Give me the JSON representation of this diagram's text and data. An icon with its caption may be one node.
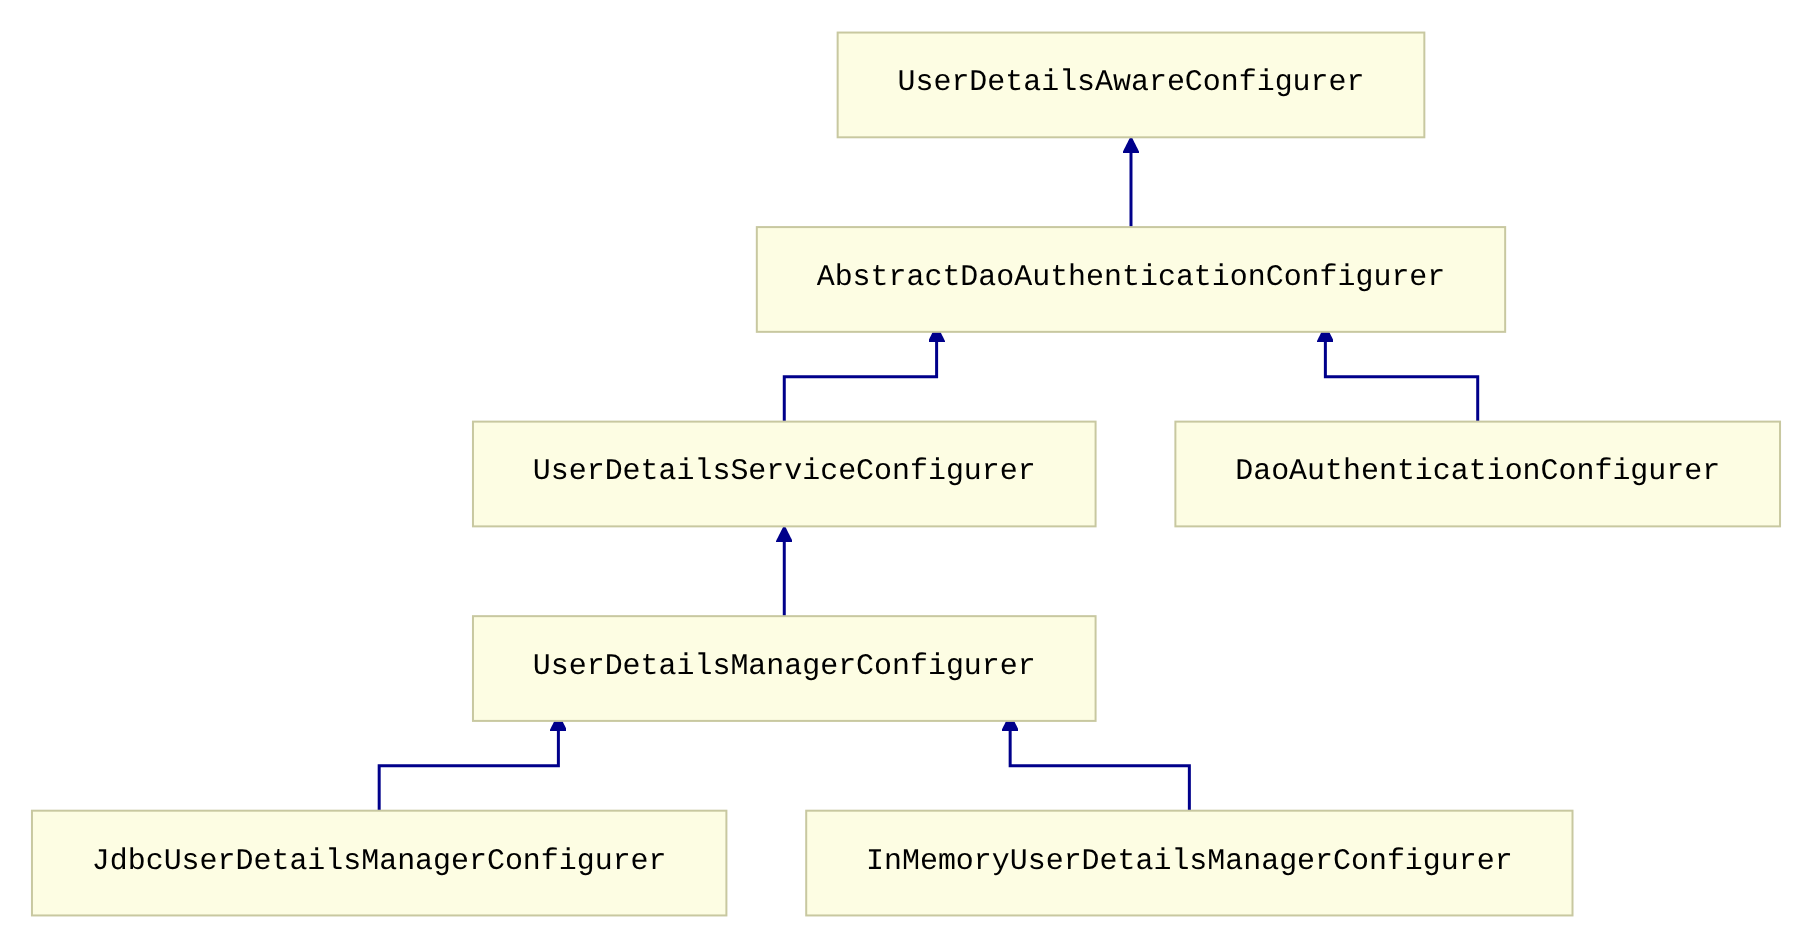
{
  "diagram": {
    "nodes": [
      {
        "text": [
          "UserDetailsAwareConfigurer"
        ]
      },
      {
        "text": [
          "AbstractDaoAuthenticationConfigurer"
        ]
      },
      {
        "text": [
          "UserDetailsServiceConfigurer"
        ]
      },
      {
        "text": [
          "DaoAuthenticationConfigurer"
        ]
      },
      {
        "text": [
          "UserDetailsManagerConfigurer"
        ]
      },
      {
        "text": [
          "JdbcUserDetailsManagerConfigurer"
        ]
      },
      {
        "text": [
          "InMemoryUserDetailsManagerConfigurer"
        ]
      }
    ],
    "edges": [
      {
        "from": 1,
        "to": 0,
        "arrow": "to"
      },
      {
        "from": 2,
        "to": 1,
        "arrow": "to"
      },
      {
        "from": 3,
        "to": 1,
        "arrow": "to"
      },
      {
        "from": 4,
        "to": 2,
        "arrow": "to"
      },
      {
        "from": 5,
        "to": 4,
        "arrow": "to"
      },
      {
        "from": 6,
        "to": 4,
        "arrow": "to"
      }
    ]
  }
}
